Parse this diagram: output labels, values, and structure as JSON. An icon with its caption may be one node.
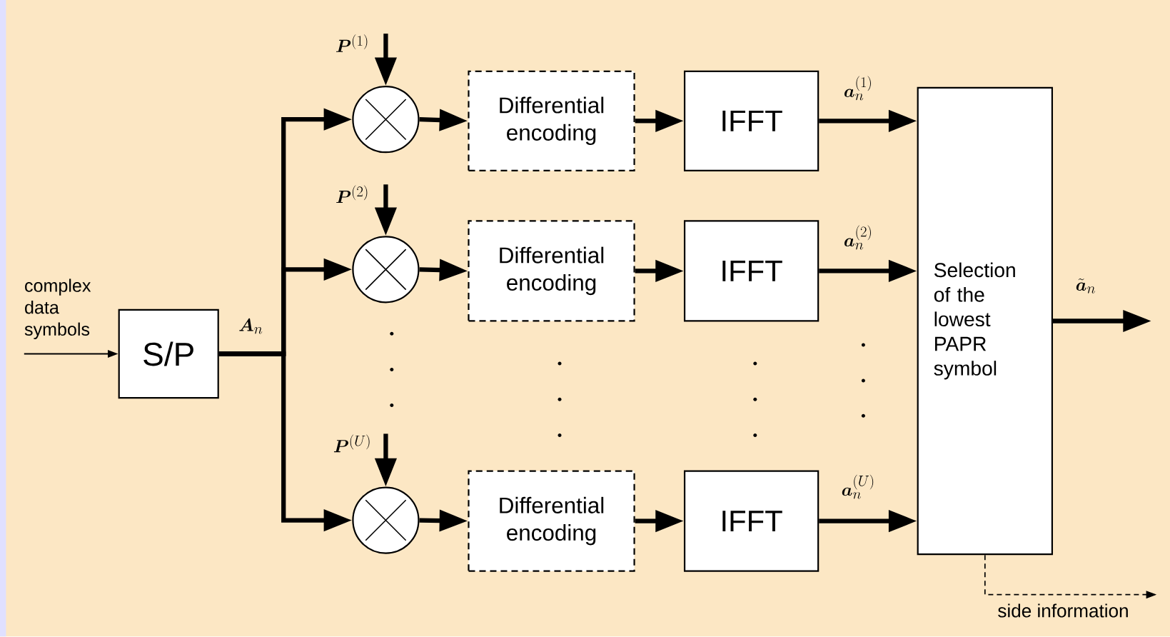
{
  "diagram": {
    "nodes": [
      {
        "text": [
          "S/P"
        ]
      },
      {
        "text": [],
        "shape": "circle"
      },
      {
        "text": [
          "Differential encoding"
        ]
      },
      {
        "text": [
          "IFFT"
        ]
      },
      {
        "text": [],
        "shape": "circle"
      },
      {
        "text": [
          "Differential encoding"
        ]
      },
      {
        "text": [
          "IFFT"
        ]
      },
      {
        "text": [],
        "shape": "circle"
      },
      {
        "text": [
          "Differential encoding"
        ]
      },
      {
        "text": [
          "IFFT"
        ]
      },
      {
        "text": [
          "Selection of the lowest PAPR symbol"
        ]
      },
      {
        "text": [
          "\\boldsymbol{P}^{(1)}"
        ]
      },
      {
        "text": [
          "\\boldsymbol{P}^{(2)}"
        ]
      },
      {
        "text": [
          "\\boldsymbol{P}^{(U)}"
        ]
      },
      {
        "text": [
          "complex data symbols"
        ]
      }
    ],
    "edges": [
      {
        "from": 14,
        "to": 0,
        "arrow": "to"
      },
      {
        "from": 0,
        "to": 1,
        "arrow": "to",
        "label": "\\boldsymbol{A}_{n}"
      },
      {
        "from": 0,
        "to": 4,
        "arrow": "to"
      },
      {
        "from": 0,
        "to": 7,
        "arrow": "to"
      },
      {
        "from": 11,
        "to": 1,
        "arrow": "to"
      },
      {
        "from": 12,
        "to": 4,
        "arrow": "to"
      },
      {
        "from": 13,
        "to": 7,
        "arrow": "to"
      },
      {
        "from": 1,
        "to": 2,
        "arrow": "to"
      },
      {
        "from": 4,
        "to": 5,
        "arrow": "to"
      },
      {
        "from": 7,
        "to": 8,
        "arrow": "to"
      },
      {
        "from": 2,
        "to": 3,
        "arrow": "to"
      },
      {
        "from": 5,
        "to": 6,
        "arrow": "to"
      },
      {
        "from": 8,
        "to": 9,
        "arrow": "to"
      },
      {
        "from": 3,
        "to": 10,
        "arrow": "to",
        "label": "\\boldsymbol{a}_{n}^{(1)}"
      },
      {
        "from": 6,
        "to": 10,
        "arrow": "to",
        "label": "\\boldsymbol{a}_{n}^{(2)}"
      },
      {
        "from": 9,
        "to": 10,
        "arrow": "to",
        "label": "\\boldsymbol{a}_{n}^{(U)}"
      },
      {
        "from": 10,
        "to": null,
        "arrow": "to",
        "label": "\\tilde{\\boldsymbol{a}}_{n}"
      },
      {
        "from": 10,
        "to": null,
        "arrow": "to",
        "style": "dashed",
        "label": "side information"
      }
    ]
  }
}
